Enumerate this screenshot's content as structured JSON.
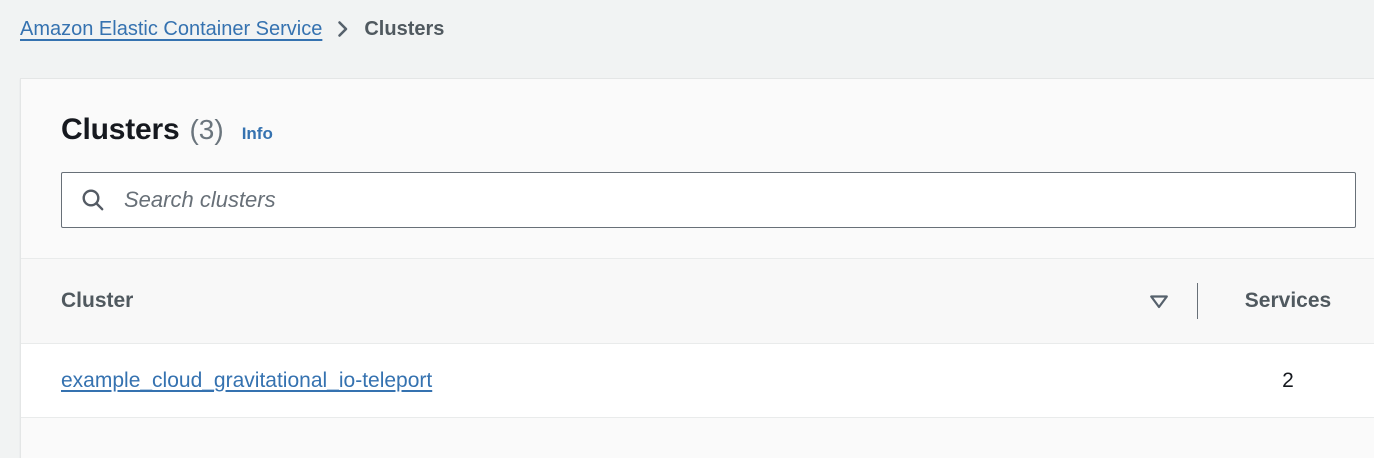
{
  "breadcrumb": {
    "service_link": "Amazon Elastic Container Service",
    "separator_icon": "chevron-right-icon",
    "current": "Clusters"
  },
  "panel": {
    "title": "Clusters",
    "count": "(3)",
    "info_link": "Info"
  },
  "search": {
    "icon": "search-icon",
    "placeholder": "Search clusters",
    "value": ""
  },
  "table": {
    "columns": {
      "cluster": "Cluster",
      "services": "Services"
    },
    "sort": {
      "icon": "sort-descending-triangle-icon",
      "column": "Cluster",
      "direction": "descending"
    },
    "rows": [
      {
        "cluster": "example_cloud_gravitational_io-teleport",
        "services": "2"
      }
    ]
  },
  "colors": {
    "page_background": "#f1f3f3",
    "card_background": "#fafafa",
    "link": "#3572b0",
    "heading": "#16191f",
    "muted": "#6b757d",
    "border": "#e9ebeb",
    "input_border": "#687078"
  }
}
